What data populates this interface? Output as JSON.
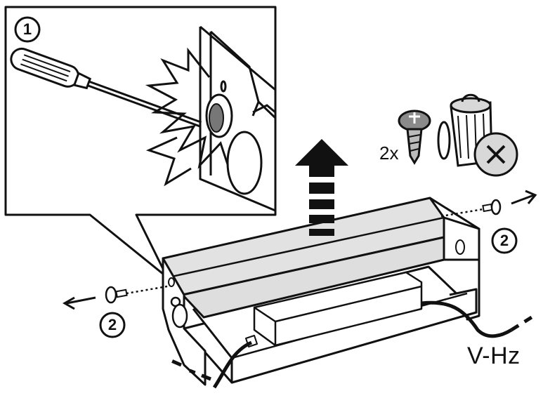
{
  "steps": {
    "step1": "1",
    "step2_right": "2",
    "step2_left": "2"
  },
  "screws": {
    "quantity": "2x"
  },
  "power": {
    "label": "V-Hz"
  },
  "icons": {
    "screwdriver": "screwdriver-icon",
    "screw": "screw-icon",
    "trash": "trash-can-icon",
    "discard_cross": "cross-icon",
    "lift_arrow": "up-arrow-icon"
  },
  "colors": {
    "ink": "#111111",
    "panel_fill": "#e2e2e2",
    "cover_fill": "#dedede",
    "arrow_fill": "#111111"
  }
}
